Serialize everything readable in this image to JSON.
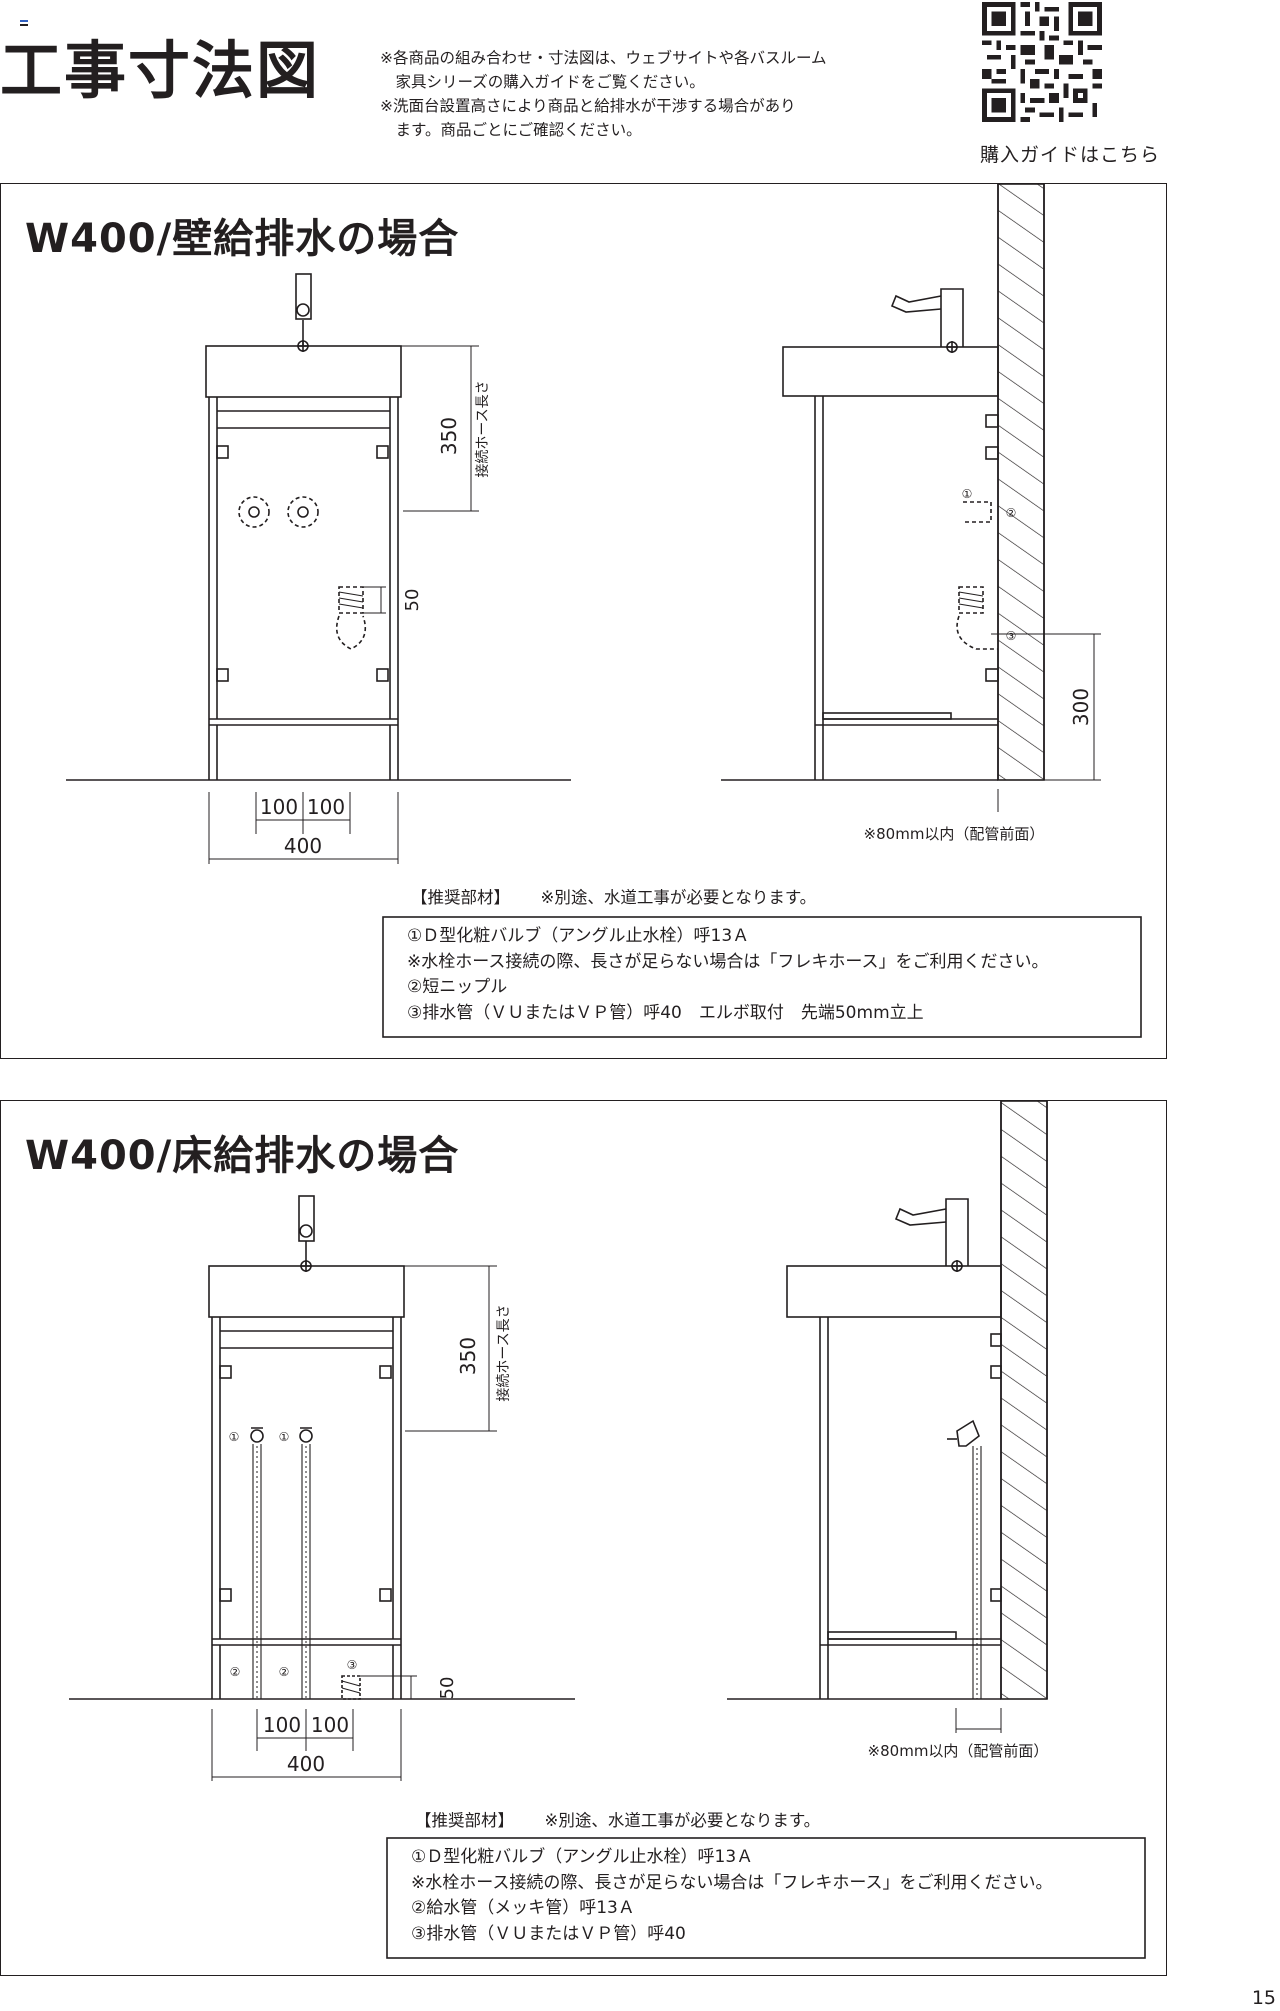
{
  "page": {
    "title": "工事寸法図",
    "notes": [
      "※各商品の組み合わせ・寸法図は、ウェブサイトや各バスルーム",
      "　家具シリーズの購入ガイドをご覧ください。",
      "※洗面台設置高さにより商品と給排水が干渉する場合があり",
      "　ます。商品ごとにご確認ください。"
    ],
    "qr_caption": "購入ガイドはこちら",
    "page_number": "15"
  },
  "panel1": {
    "title": "W400/壁給排水の場合",
    "dims": {
      "hose_height": "350",
      "hose_label": "接続ホース長さ",
      "drain_rise": "50",
      "left_offset": "100",
      "right_offset": "100",
      "width": "400",
      "drain_height": "300",
      "pipe_note": "※80mm以内（配管前面）"
    },
    "markers": [
      "①",
      "②",
      "③"
    ],
    "recommended_heading": "【推奨部材】",
    "recommended_note": "※別途、水道工事が必要となります。",
    "items": [
      "①Ｄ型化粧バルブ（アングル止水栓）呼13Ａ",
      "※水栓ホース接続の際、長さが足らない場合は「フレキホース」をご利用ください。",
      "②短ニップル",
      "③排水管（ＶＵまたはＶＰ管）呼40　エルボ取付　先端50mm立上"
    ]
  },
  "panel2": {
    "title": "W400/床給排水の場合",
    "dims": {
      "hose_height": "350",
      "hose_label": "接続ホース長さ",
      "drain_rise": "50",
      "left_offset": "100",
      "right_offset": "100",
      "width": "400",
      "pipe_note": "※80mm以内（配管前面）"
    },
    "markers": [
      "①",
      "①",
      "②",
      "②",
      "③"
    ],
    "recommended_heading": "【推奨部材】",
    "recommended_note": "※別途、水道工事が必要となります。",
    "items": [
      "①Ｄ型化粧バルブ（アングル止水栓）呼13Ａ",
      "※水栓ホース接続の際、長さが足らない場合は「フレキホース」をご利用ください。",
      "②給水管（メッキ管）呼13Ａ",
      "③排水管（ＶＵまたはＶＰ管）呼40"
    ]
  },
  "colors": {
    "ink": "#231f20",
    "background": "#ffffff"
  }
}
